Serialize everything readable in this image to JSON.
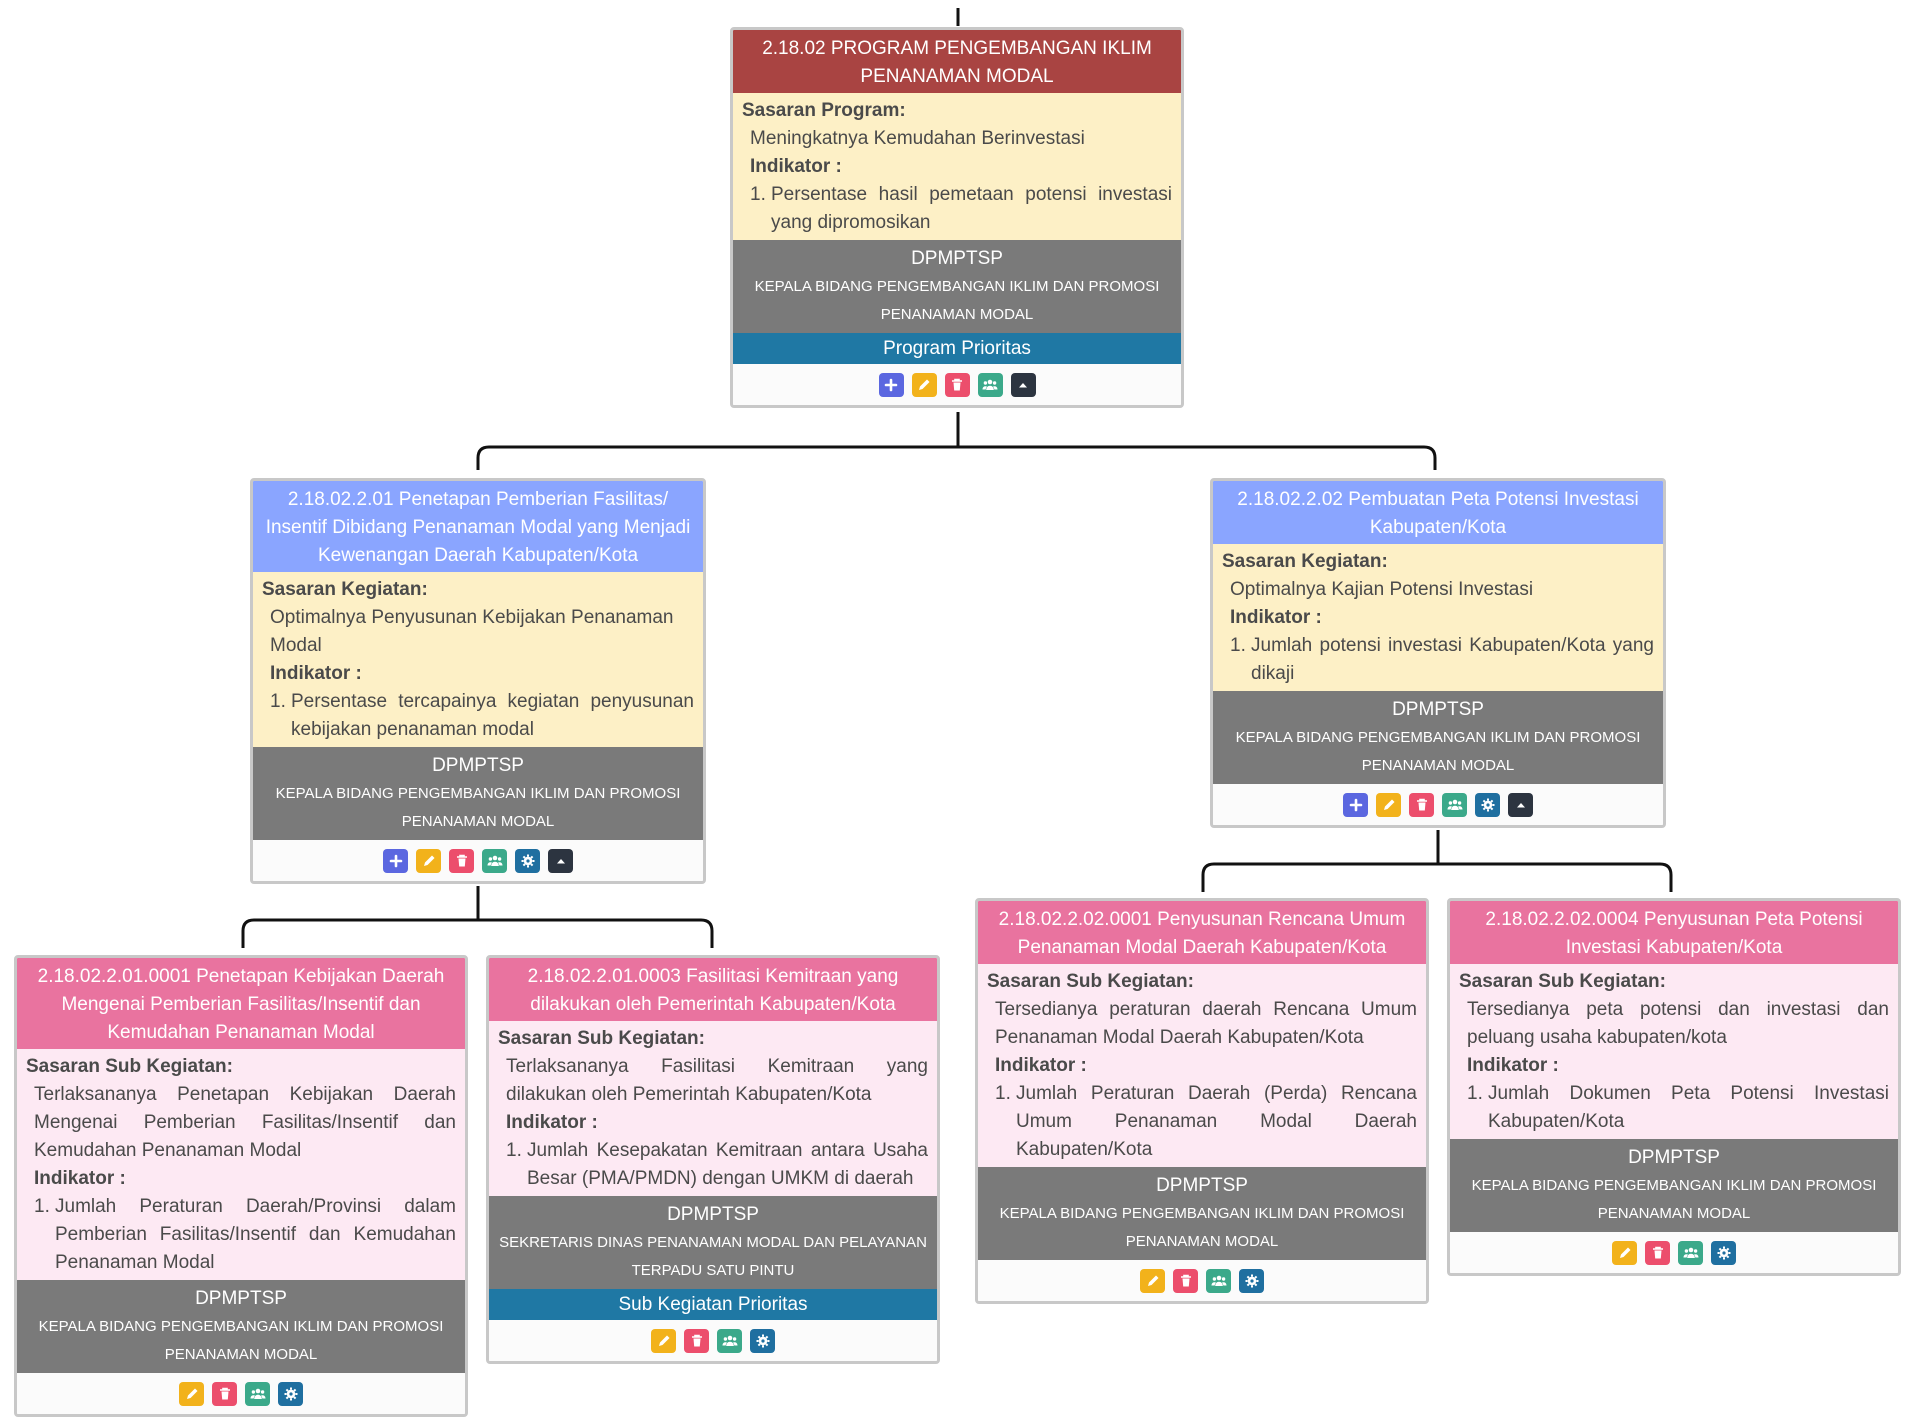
{
  "colors": {
    "program_header": "#a94442",
    "kegiatan_header": "#8aa5ff",
    "sub_header": "#e9739f",
    "program_body": "#fdf0c6",
    "sub_body": "#fde9f3",
    "org_band": "#7a7a7a",
    "priority_band": "#1f78a4",
    "connector": "#111111"
  },
  "icons": {
    "add": "plus-icon",
    "edit": "pencil-icon",
    "delete": "trash-icon",
    "team": "users-icon",
    "settings": "gear-icon",
    "collapse": "caret-up-icon"
  },
  "nodes": {
    "program": {
      "title": "2.18.02 PROGRAM PENGEMBANGAN IKLIM PENANAMAN MODAL",
      "target_label": "Sasaran Program:",
      "target": "Meningkatnya Kemudahan Berinvestasi",
      "indicator_label": "Indikator :",
      "indicator_num": "1.",
      "indicator": "Persentase hasil pemetaan potensi investasi yang dipromosikan",
      "org": "DPMPTSP",
      "position": "KEPALA BIDANG PENGEMBANGAN IKLIM DAN PROMOSI PENANAMAN MODAL",
      "priority": "Program Prioritas"
    },
    "k01": {
      "title": "2.18.02.2.01 Penetapan Pemberian Fasilitas/ Insentif Dibidang Penanaman Modal yang Menjadi Kewenangan Daerah Kabupaten/Kota",
      "target_label": "Sasaran Kegiatan:",
      "target": "Optimalnya Penyusunan Kebijakan Penanaman Modal",
      "indicator_label": "Indikator :",
      "indicator_num": "1.",
      "indicator": "Persentase tercapainya kegiatan penyusunan kebijakan penanaman modal",
      "org": "DPMPTSP",
      "position": "KEPALA BIDANG PENGEMBANGAN IKLIM DAN PROMOSI PENANAMAN MODAL"
    },
    "k02": {
      "title": "2.18.02.2.02 Pembuatan Peta Potensi Investasi Kabupaten/Kota",
      "target_label": "Sasaran Kegiatan:",
      "target": "Optimalnya Kajian Potensi Investasi",
      "indicator_label": "Indikator :",
      "indicator_num": "1.",
      "indicator": "Jumlah potensi investasi Kabupaten/Kota yang dikaji",
      "org": "DPMPTSP",
      "position": "KEPALA BIDANG PENGEMBANGAN IKLIM DAN PROMOSI PENANAMAN MODAL"
    },
    "s0101": {
      "title": "2.18.02.2.01.0001 Penetapan Kebijakan Daerah Mengenai Pemberian Fasilitas/Insentif dan Kemudahan Penanaman Modal",
      "target_label": "Sasaran Sub Kegiatan:",
      "target": "Terlaksananya Penetapan Kebijakan Daerah Mengenai Pemberian Fasilitas/Insentif dan Kemudahan Penanaman Modal",
      "indicator_label": "Indikator :",
      "indicator_num": "1.",
      "indicator": "Jumlah Peraturan Daerah/Provinsi dalam Pemberian Fasilitas/Insentif dan Kemudahan Penanaman Modal",
      "org": "DPMPTSP",
      "position": "KEPALA BIDANG PENGEMBANGAN IKLIM DAN PROMOSI PENANAMAN MODAL"
    },
    "s0103": {
      "title": "2.18.02.2.01.0003 Fasilitasi Kemitraan yang dilakukan oleh Pemerintah Kabupaten/Kota",
      "target_label": "Sasaran Sub Kegiatan:",
      "target": "Terlaksananya Fasilitasi Kemitraan yang dilakukan oleh Pemerintah Kabupaten/Kota",
      "indicator_label": "Indikator :",
      "indicator_num": "1.",
      "indicator": "Jumlah Kesepakatan Kemitraan antara Usaha Besar (PMA/PMDN) dengan UMKM di daerah",
      "org": "DPMPTSP",
      "position": "SEKRETARIS DINAS PENANAMAN MODAL DAN PELAYANAN TERPADU SATU PINTU",
      "priority": "Sub Kegiatan Prioritas"
    },
    "s0201": {
      "title": "2.18.02.2.02.0001 Penyusunan Rencana Umum Penanaman Modal Daerah Kabupaten/Kota",
      "target_label": "Sasaran Sub Kegiatan:",
      "target": "Tersedianya peraturan daerah Rencana Umum Penanaman Modal Daerah Kabupaten/Kota",
      "indicator_label": "Indikator :",
      "indicator_num": "1.",
      "indicator": "Jumlah Peraturan Daerah (Perda) Rencana Umum Penanaman Modal Daerah Kabupaten/Kota",
      "org": "DPMPTSP",
      "position": "KEPALA BIDANG PENGEMBANGAN IKLIM DAN PROMOSI PENANAMAN MODAL"
    },
    "s0204": {
      "title": "2.18.02.2.02.0004 Penyusunan Peta Potensi Investasi Kabupaten/Kota",
      "target_label": "Sasaran Sub Kegiatan:",
      "target": "Tersedianya peta potensi dan investasi dan peluang usaha kabupaten/kota",
      "indicator_label": "Indikator :",
      "indicator_num": "1.",
      "indicator": "Jumlah Dokumen Peta Potensi Investasi Kabupaten/Kota",
      "org": "DPMPTSP",
      "position": "KEPALA BIDANG PENGEMBANGAN IKLIM DAN PROMOSI PENANAMAN MODAL"
    }
  }
}
